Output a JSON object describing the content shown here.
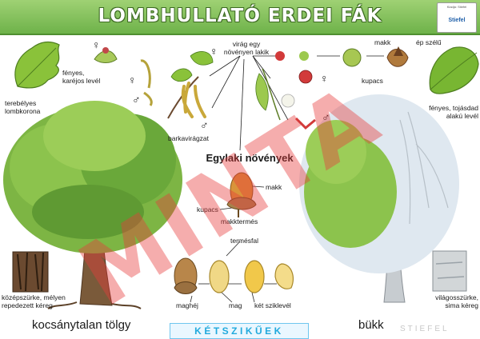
{
  "header": {
    "title": "LOMBHULLATÓ ERDEI FÁK"
  },
  "publisher_logo": {
    "tag": "Kiadja: Stiefel",
    "name": "Stiefel"
  },
  "labels": {
    "oak_leaf": "fényes,\nkaréjos levél",
    "oak_crown": "terebélyes\nlombkorona",
    "oak_bark": "középszürke, mélyen\nrepedezett kéreg",
    "catkin": "barkavirágzat",
    "monoecious_note": "virág egy\nnövényen lakik",
    "heading": "Egylaki növények",
    "acorn_cup": "kupacs",
    "acorn_nut": "makk",
    "acorn_fruit": "makktermés",
    "fruit_wall": "termésfal",
    "seed_coat": "maghéj",
    "seed": "mag",
    "cotyledons": "két sziklevél",
    "beech_nut": "makk",
    "beech_cup": "kupacs",
    "beech_leaf_edge": "ép szélű",
    "beech_leaf": "fényes, tojásdad\nalakú levél",
    "beech_bark": "világosszürke,\nsima kéreg"
  },
  "symbols": {
    "female": "♀",
    "male": "♂"
  },
  "names": {
    "left_tree": "kocsánytalan tölgy",
    "right_tree": "bükk"
  },
  "footer": {
    "badge": "KÉTSZIKŰEK",
    "corner": "STIEFEL"
  },
  "watermark": "MINTA",
  "colors": {
    "title_bg": "#6eb24a",
    "foliage": "#6aa83a",
    "watermark": "#e83c3c",
    "badge_text": "#22aadd"
  }
}
